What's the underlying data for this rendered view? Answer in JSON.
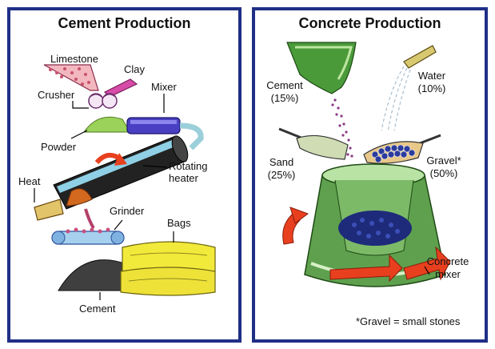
{
  "cement_panel": {
    "title": "Cement Production",
    "labels": {
      "limestone": "Limestone",
      "clay": "Clay",
      "crusher": "Crusher",
      "mixer": "Mixer",
      "powder": "Powder",
      "rotating_line1": "Rotating",
      "rotating_line2": "heater",
      "heat": "Heat",
      "grinder": "Grinder",
      "bags": "Bags",
      "cement": "Cement"
    }
  },
  "concrete_panel": {
    "title": "Concrete Production",
    "labels": {
      "cement": "Cement",
      "cement_pct": "(15%)",
      "water": "Water",
      "water_pct": "(10%)",
      "sand": "Sand",
      "sand_pct": "(25%)",
      "gravel": "Gravel*",
      "gravel_pct": "(50%)",
      "mixer_line1": "Concrete",
      "mixer_line2": "mixer",
      "footnote": "*Gravel = small stones"
    }
  },
  "colors": {
    "frame": "#1f2f86",
    "arrow_red": "#e8401f",
    "mixer_green": "#5fa04e",
    "gravel_blue": "#2c3c9c",
    "bag_yellow": "#f2ea3a",
    "limestone_pink": "#f09aa8",
    "clay_magenta": "#d64ca8"
  }
}
